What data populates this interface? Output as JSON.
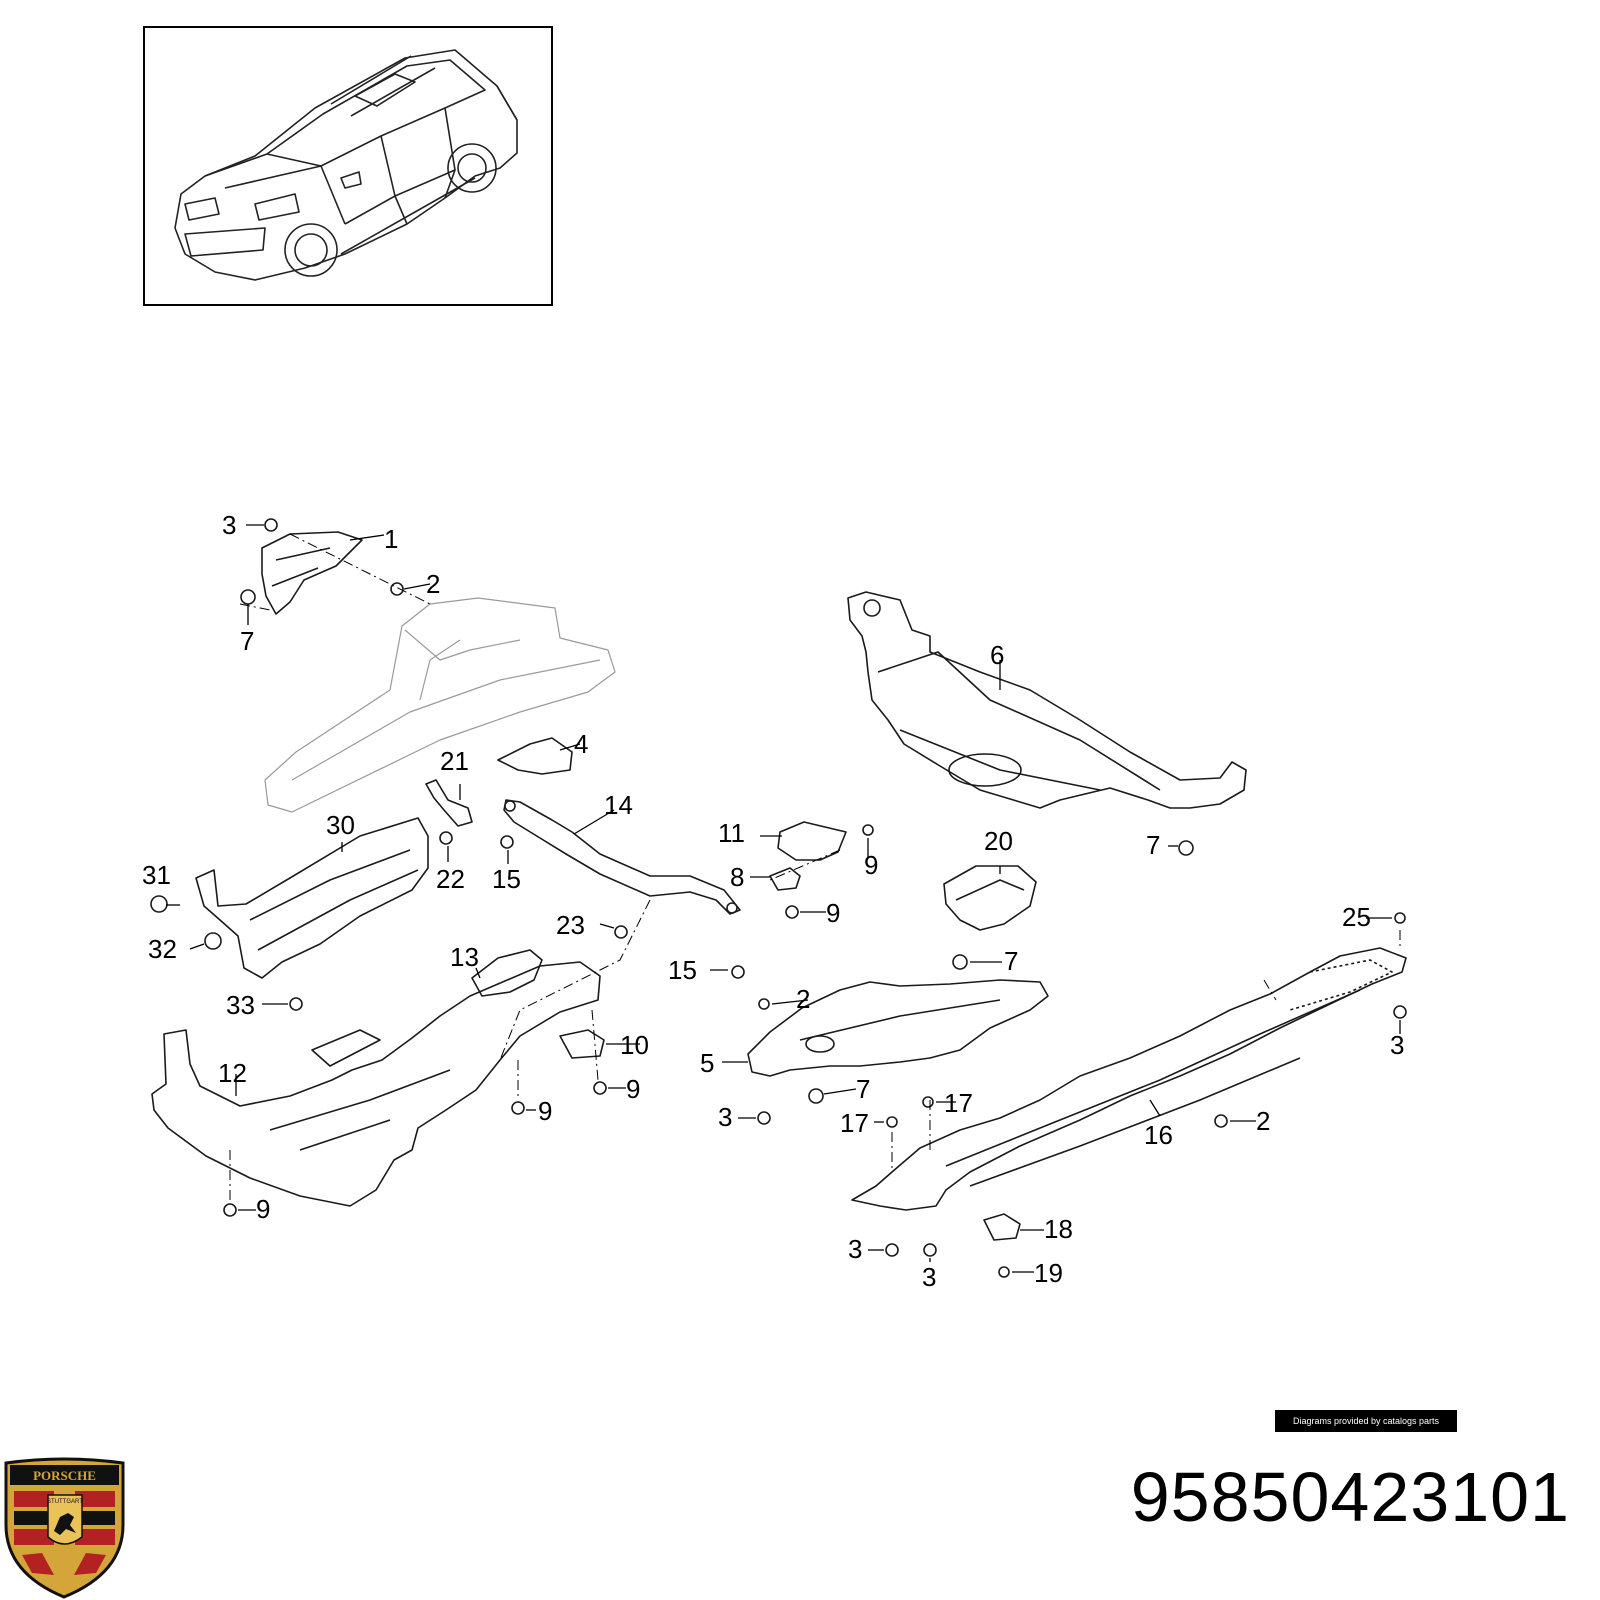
{
  "diagram": {
    "credit_text": "Diagrams provided by catalogs parts",
    "part_number": "95850423101",
    "logo": {
      "icon": "porsche-crest-icon",
      "text": "PORSCHE",
      "sub_text": "STUTTGART",
      "colors": {
        "gold": "#d4a63a",
        "red": "#b22222",
        "black": "#111111"
      }
    },
    "inset_icon": "car-suv-outline-icon",
    "callouts": [
      {
        "id": "c3a",
        "label": "3"
      },
      {
        "id": "c1",
        "label": "1"
      },
      {
        "id": "c2a",
        "label": "2"
      },
      {
        "id": "c7a",
        "label": "7"
      },
      {
        "id": "c6",
        "label": "6"
      },
      {
        "id": "c4",
        "label": "4"
      },
      {
        "id": "c21",
        "label": "21"
      },
      {
        "id": "c14",
        "label": "14"
      },
      {
        "id": "c30",
        "label": "30"
      },
      {
        "id": "c31",
        "label": "31"
      },
      {
        "id": "c22",
        "label": "22"
      },
      {
        "id": "c15a",
        "label": "15"
      },
      {
        "id": "c11",
        "label": "11"
      },
      {
        "id": "c9a",
        "label": "9"
      },
      {
        "id": "c8",
        "label": "8"
      },
      {
        "id": "c9b",
        "label": "9"
      },
      {
        "id": "c7b",
        "label": "7"
      },
      {
        "id": "c20",
        "label": "20"
      },
      {
        "id": "c23",
        "label": "23"
      },
      {
        "id": "c32",
        "label": "32"
      },
      {
        "id": "c15b",
        "label": "15"
      },
      {
        "id": "c13",
        "label": "13"
      },
      {
        "id": "c7c",
        "label": "7"
      },
      {
        "id": "c25",
        "label": "25"
      },
      {
        "id": "c33",
        "label": "33"
      },
      {
        "id": "c2b",
        "label": "2"
      },
      {
        "id": "c10",
        "label": "10"
      },
      {
        "id": "c3b",
        "label": "3"
      },
      {
        "id": "c12",
        "label": "12"
      },
      {
        "id": "c5",
        "label": "5"
      },
      {
        "id": "c9c",
        "label": "9"
      },
      {
        "id": "c7d",
        "label": "7"
      },
      {
        "id": "c9d",
        "label": "9"
      },
      {
        "id": "c3c",
        "label": "3"
      },
      {
        "id": "c17a",
        "label": "17"
      },
      {
        "id": "c17b",
        "label": "17"
      },
      {
        "id": "c2c",
        "label": "2"
      },
      {
        "id": "c16",
        "label": "16"
      },
      {
        "id": "c9e",
        "label": "9"
      },
      {
        "id": "c18",
        "label": "18"
      },
      {
        "id": "c3d",
        "label": "3"
      },
      {
        "id": "c3e",
        "label": "3"
      },
      {
        "id": "c19",
        "label": "19"
      }
    ]
  }
}
